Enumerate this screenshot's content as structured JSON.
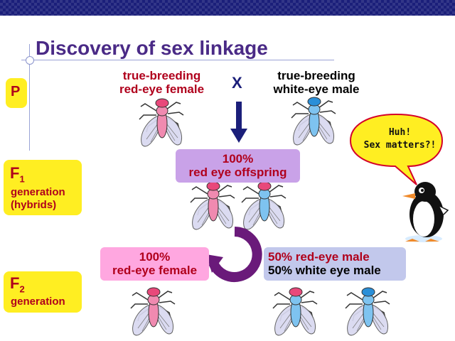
{
  "title": "Discovery of sex linkage",
  "generations": {
    "p": "P",
    "f1": {
      "letter": "F",
      "subscript": "1",
      "line1": "generation",
      "line2": "(hybrids)"
    },
    "f2": {
      "letter": "F",
      "subscript": "2",
      "line1": "generation"
    }
  },
  "parents": {
    "female": {
      "line1": "true-breeding",
      "line2": "red-eye female"
    },
    "cross_symbol": "X",
    "male": {
      "line1": "true-breeding",
      "line2": "white-eye male"
    }
  },
  "f1_result": {
    "line1": "100%",
    "line2": "red eye offspring"
  },
  "f2_results": {
    "female": {
      "line1": "100%",
      "line2": "red-eye female"
    },
    "male": {
      "line1": "50% red-eye male",
      "line2": "50% white eye male"
    }
  },
  "speech_bubble": {
    "line1": "Huh!",
    "line2": "Sex matters?!"
  },
  "colors": {
    "accent_red": "#b0001c",
    "title_purple": "#4a2a86",
    "banner_navy": "#1b1f7a",
    "gen_yellow": "#ffee22",
    "fly_red": "#e8487a",
    "fly_blue": "#2a8fd8"
  },
  "icons": [
    "red-eye-fly-icon",
    "white-eye-fly-icon",
    "down-arrow-icon",
    "cycle-arrow-icon",
    "penguin-icon",
    "speech-bubble-icon"
  ]
}
